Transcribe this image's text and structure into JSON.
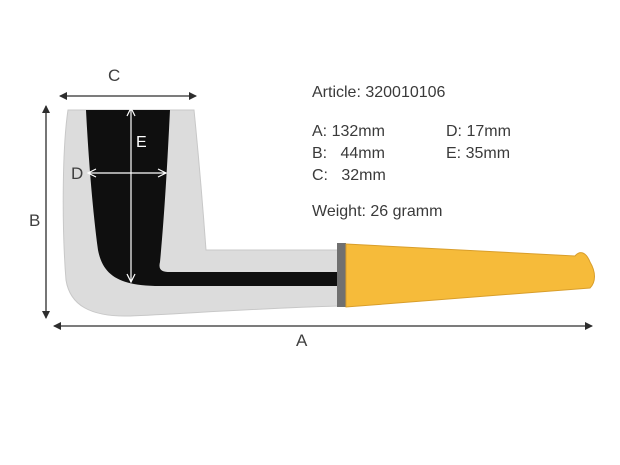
{
  "dimensions": {
    "a": "A",
    "b": "B",
    "c": "C",
    "d": "D",
    "e": "E"
  },
  "specs": {
    "article": "Article: 320010106",
    "a": "A: 132mm",
    "b": "B:   44mm",
    "c": "C:   32mm",
    "d": "D: 17mm",
    "e": "E: 35mm",
    "weight": "Weight: 26 gramm"
  },
  "colors": {
    "bowl": "#dcdcdc",
    "chamber": "#0f0f0f",
    "stem": "#f6bb3a",
    "ferrule": "#707070",
    "guide": "#2d2d2d"
  }
}
